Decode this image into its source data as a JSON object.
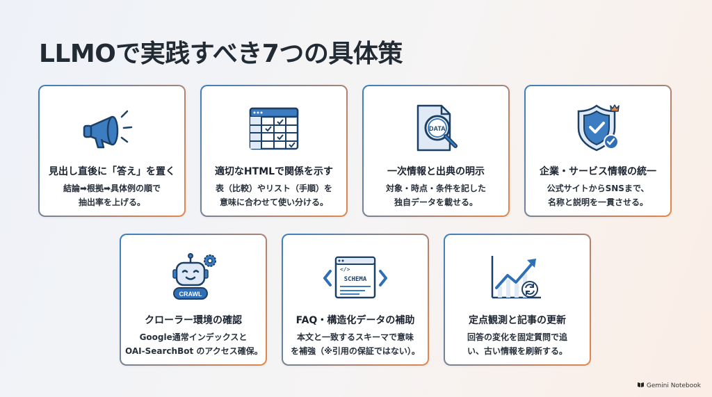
{
  "title": "LLMOで実践すべき7つの具体策",
  "cards": [
    {
      "icon": "megaphone-icon",
      "title": "見出し直後に「答え」を置く",
      "desc": [
        "結論➡根拠➡具体例の順で",
        "抽出率を上げる。"
      ]
    },
    {
      "icon": "table-icon",
      "title": "適切なHTMLで関係を示す",
      "desc": [
        "表（比較）やリスト（手順）を",
        "意味に合わせて使い分ける。"
      ]
    },
    {
      "icon": "data-document-icon",
      "icon_text": "DATA",
      "title": "一次情報と出典の明示",
      "desc": [
        "対象・時点・条件を記した",
        "独自データを載せる。"
      ]
    },
    {
      "icon": "shield-check-icon",
      "title": "企業・サービス情報の統一",
      "desc": [
        "公式サイトからSNSまで、",
        "名称と説明を一貫させる。"
      ]
    },
    {
      "icon": "crawler-robot-icon",
      "icon_text": "CRAWL",
      "title": "クローラー環境の確認",
      "desc": [
        "Google通常インデックスと",
        "OAI-SearchBot のアクセス確保。"
      ]
    },
    {
      "icon": "schema-window-icon",
      "icon_text": "SCHEMA",
      "title": "FAQ・構造化データの補助",
      "desc": [
        "本文と一致するスキーマで意味",
        "を補強（※引用の保証ではない）。"
      ]
    },
    {
      "icon": "trend-refresh-icon",
      "title": "定点観測と記事の更新",
      "desc": [
        "回答の変化を固定質問で追",
        "い、古い情報を刷新する。"
      ]
    }
  ],
  "branding": "Gemini Notebook",
  "colors": {
    "accent_blue": "#2f6fb6",
    "accent_orange": "#e4874a",
    "icon_fill": "#dfeaf6"
  }
}
